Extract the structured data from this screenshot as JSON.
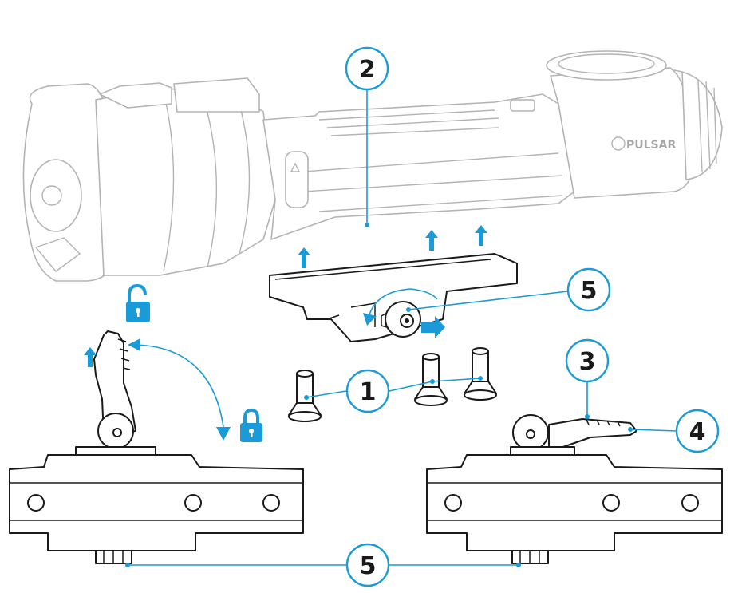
{
  "diagram": {
    "brand_logo_text": "PULSAR",
    "callouts": {
      "c1": "1",
      "c2": "2",
      "c3": "3",
      "c4": "4",
      "c5_top": "5",
      "c5_bottom": "5"
    },
    "colors": {
      "accent": "#1a9bd7",
      "outline_dark": "#1a1a1a",
      "outline_light": "#b3b3b3"
    },
    "icons": [
      "lock-open-icon",
      "lock-closed-icon",
      "arrow-up-icon",
      "arrow-right-icon",
      "curved-arrow-icon"
    ]
  }
}
